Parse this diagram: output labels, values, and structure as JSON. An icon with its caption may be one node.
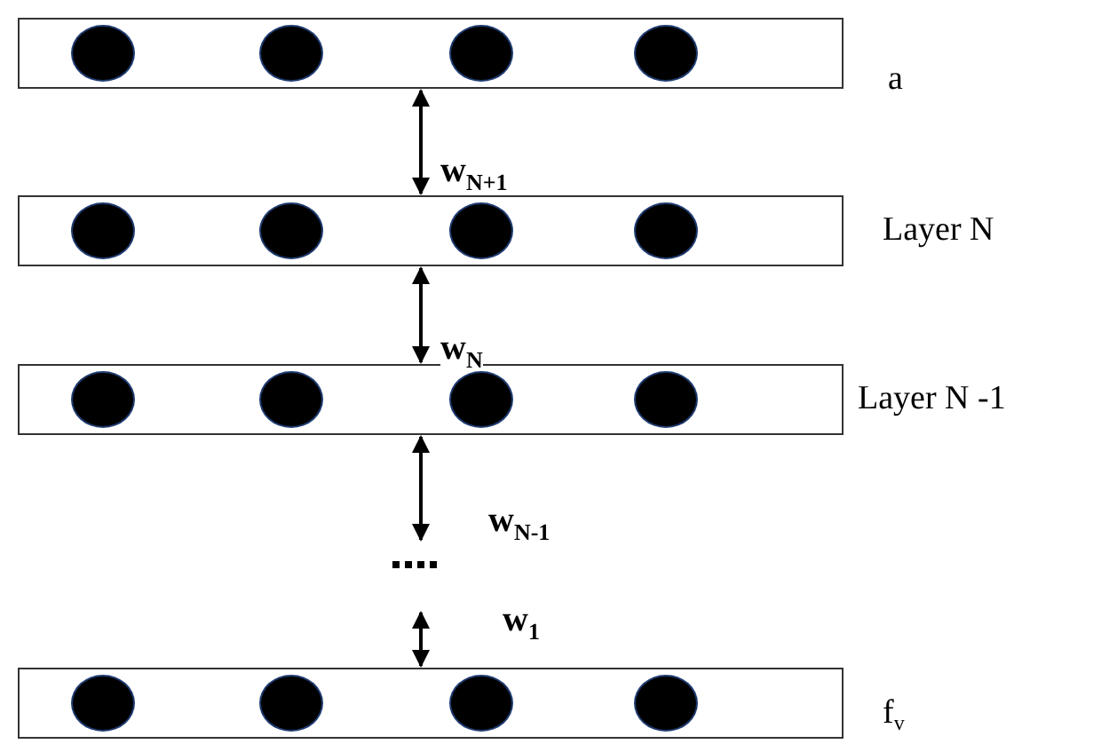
{
  "diagram": {
    "nodes": [
      {
        "text": [],
        "shape": "box",
        "beside": [
          "a"
        ]
      },
      {
        "text": [],
        "shape": "circle",
        "in": 0
      },
      {
        "text": [],
        "shape": "circle",
        "in": 0
      },
      {
        "text": [],
        "shape": "circle",
        "in": 0
      },
      {
        "text": [],
        "shape": "circle",
        "in": 0
      },
      {
        "text": [],
        "shape": "box",
        "beside": [
          "Layer N"
        ]
      },
      {
        "text": [],
        "shape": "circle",
        "in": 5
      },
      {
        "text": [],
        "shape": "circle",
        "in": 5
      },
      {
        "text": [],
        "shape": "circle",
        "in": 5
      },
      {
        "text": [],
        "shape": "circle",
        "in": 5
      },
      {
        "text": [],
        "shape": "box",
        "beside": [
          "Layer N -1"
        ]
      },
      {
        "text": [],
        "shape": "circle",
        "in": 10
      },
      {
        "text": [],
        "shape": "circle",
        "in": 10
      },
      {
        "text": [],
        "shape": "circle",
        "in": 10
      },
      {
        "text": [],
        "shape": "circle",
        "in": 10
      },
      {
        "text": [],
        "shape": "box",
        "beside": [
          "f$_{v}$"
        ]
      },
      {
        "text": [],
        "shape": "circle",
        "in": 15
      },
      {
        "text": [],
        "shape": "circle",
        "in": 15
      },
      {
        "text": [],
        "shape": "circle",
        "in": 15
      },
      {
        "text": [],
        "shape": "circle",
        "in": 15
      }
    ],
    "edges": [
      {
        "from": 0,
        "to": 5,
        "arrow": "both",
        "label": "w$_{N+1}$"
      },
      {
        "from": 5,
        "to": 10,
        "arrow": "both",
        "label": "w$_{N}$"
      },
      {
        "from": 10,
        "to": null,
        "arrow": "both",
        "label": "w$_{N-1}$"
      },
      {
        "from": null,
        "to": 15,
        "arrow": "both",
        "label": "w$_{1}$"
      }
    ]
  }
}
